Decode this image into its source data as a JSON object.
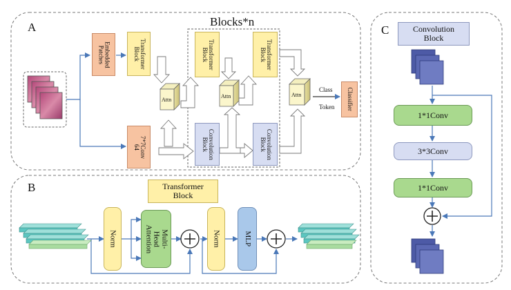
{
  "panel_a": {
    "letter": "A",
    "title": "Blocks*n",
    "embedded_patches": "Embedded\nPatches",
    "transformer_block_1": "Transformer\nBlock",
    "transformer_block_2": "Transformer\nBlock",
    "transformer_block_3": "Transformer\nBlock",
    "conv_7x7": "7*7Conv\n64",
    "convolution_block_1": "Convolution\nBlock",
    "convolution_block_2": "Convolution\nBlock",
    "attn_1": "Attn",
    "attn_2": "Attn",
    "attn_3": "Attn",
    "class_label": "Class",
    "token_label": "Token",
    "classifier": "Classifier"
  },
  "panel_b": {
    "letter": "B",
    "title": "Transformer\nBlock",
    "norm_1": "Norm",
    "mha": "Multi-Head\nAttention",
    "norm_2": "Norm",
    "mlp": "MLP"
  },
  "panel_c": {
    "letter": "C",
    "title": "Convolution\nBlock",
    "conv1": "1*1Conv",
    "conv3": "3*3Conv",
    "conv1b": "1*1Conv"
  },
  "colors": {
    "yellow": "#fff0a8",
    "orange": "#f7c3a1",
    "lavender": "#d7ddf2",
    "green": "#a9d98e",
    "mlp_blue": "#a9c8ea",
    "arrow_blue": "#4a78b8",
    "feature_blue": "#5b68b3",
    "token_teal": "#5cc6c0"
  }
}
